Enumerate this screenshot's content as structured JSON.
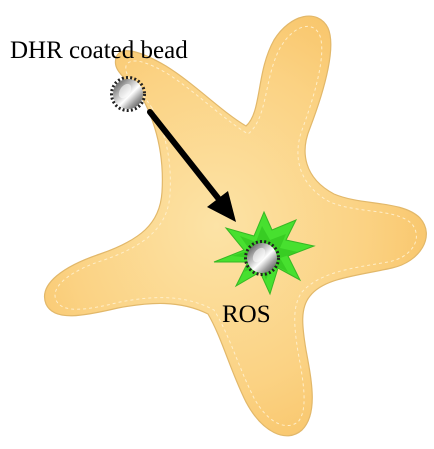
{
  "labels": {
    "bead": "DHR coated bead",
    "ros": "ROS"
  },
  "colors": {
    "cell_fill": "#FBCB73",
    "cell_outline": "#D9B26B",
    "ros_burst": "#47E02F",
    "arrow": "#000000",
    "bead_dark": "#5a5a5a",
    "bead_light": "#f2f2f2"
  },
  "icons": [
    "cell-shape",
    "bead-icon",
    "ros-burst-icon",
    "arrow"
  ]
}
